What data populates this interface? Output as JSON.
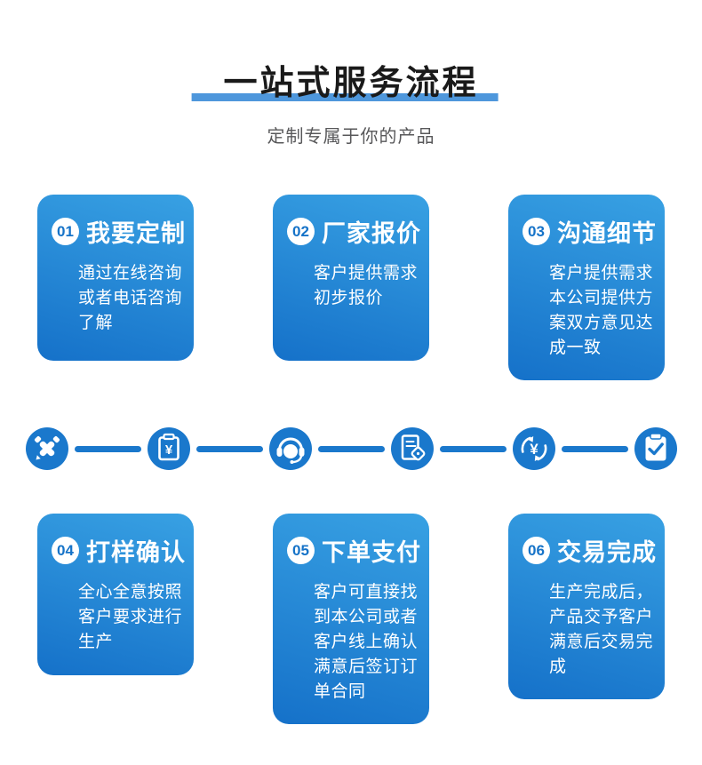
{
  "header": {
    "title": "一站式服务流程",
    "subtitle": "定制专属于你的产品"
  },
  "steps": [
    {
      "number": "01",
      "title": "我要定制",
      "description": "通过在线咨询或者电话咨询了解"
    },
    {
      "number": "02",
      "title": "厂家报价",
      "description": "客户提供需求初步报价"
    },
    {
      "number": "03",
      "title": "沟通细节",
      "description": "客户提供需求本公司提供方案双方意见达成一致"
    },
    {
      "number": "04",
      "title": "打样确认",
      "description": "全心全意按照客户要求进行生产"
    },
    {
      "number": "05",
      "title": "下单支付",
      "description": "客户可直接找到本公司或者客户线上确认满意后签订订单合同"
    },
    {
      "number": "06",
      "title": "交易完成",
      "description": "生产完成后，产品交予客户满意后交易完成"
    }
  ],
  "flow_icons": [
    {
      "name": "design-pencil-icon"
    },
    {
      "name": "price-list-icon"
    },
    {
      "name": "customer-service-icon"
    },
    {
      "name": "order-tag-icon"
    },
    {
      "name": "payment-cycle-icon"
    },
    {
      "name": "deal-complete-icon"
    }
  ],
  "colors": {
    "title_underline": "#4e97dc",
    "card_gradient_top": "#38a1e3",
    "card_gradient_bottom": "#1571c9",
    "flow_blue": "#1a78cc",
    "badge_number_blue": "#1673c8",
    "subtitle_gray": "#58585a"
  }
}
